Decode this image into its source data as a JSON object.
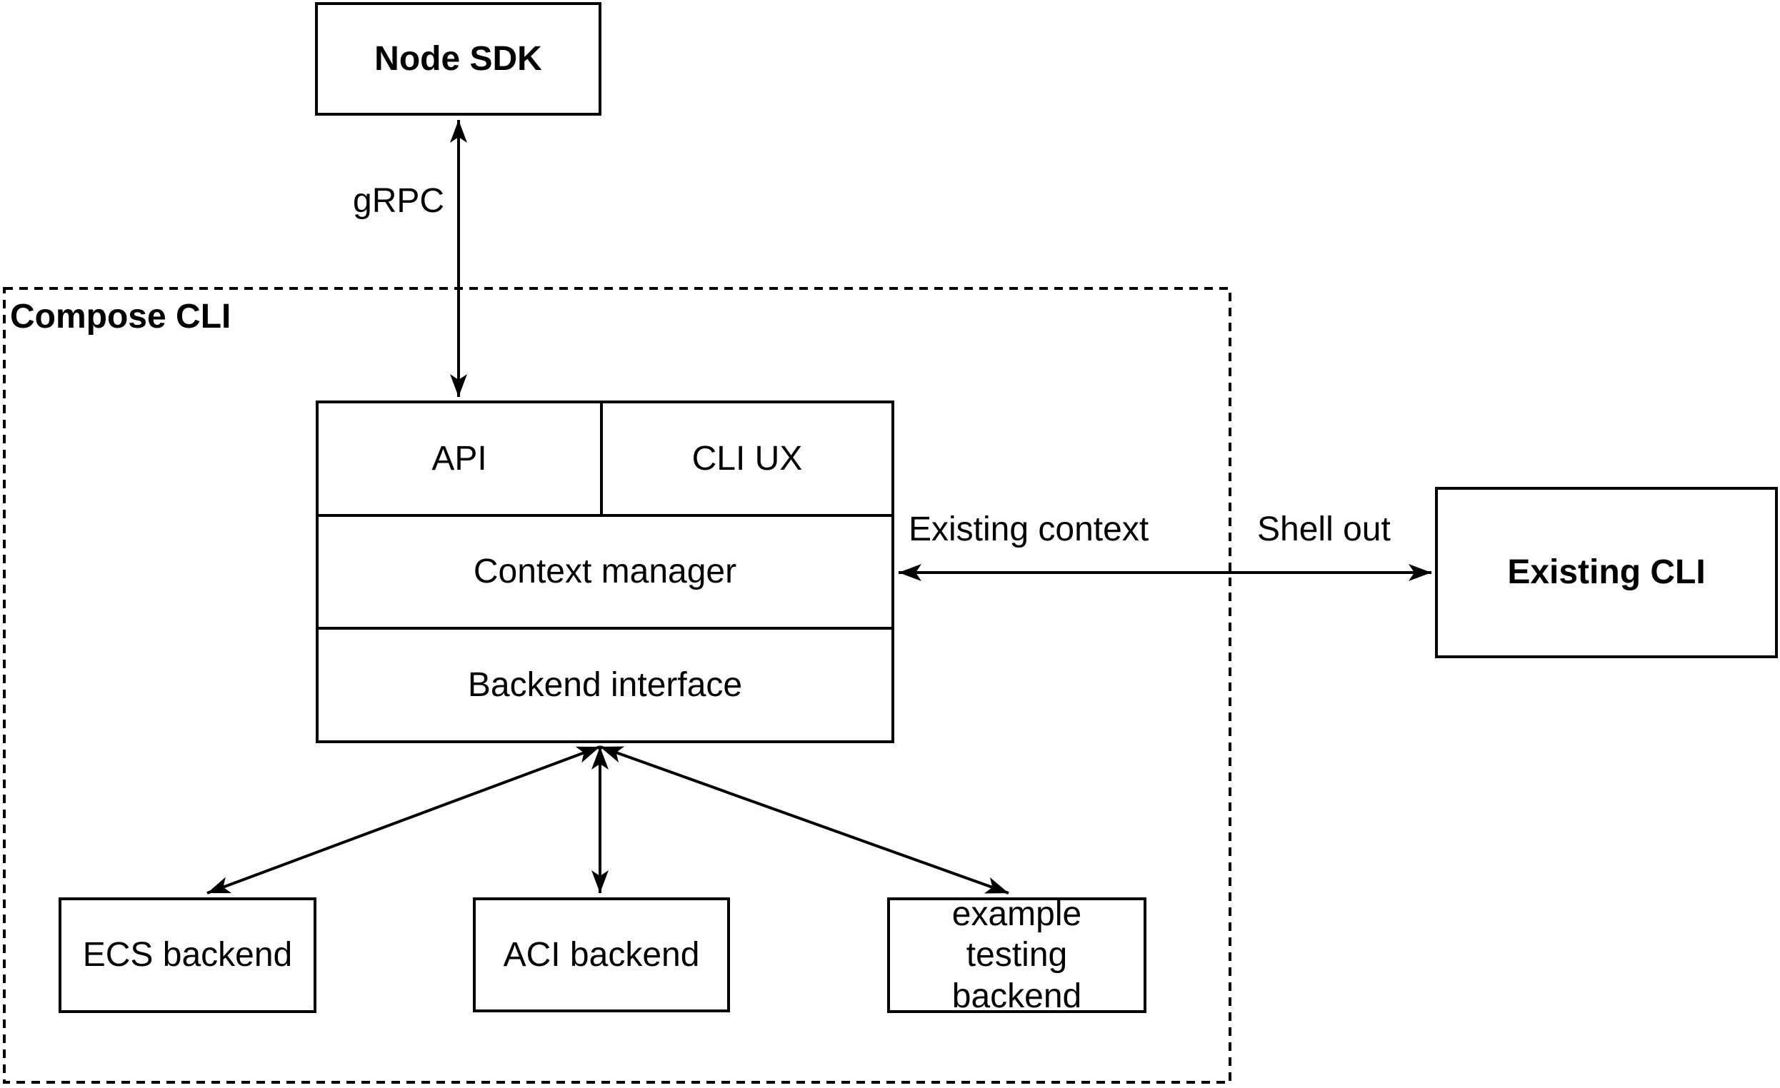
{
  "colors": {
    "ink": "#000000",
    "paper": "#ffffff"
  },
  "container": {
    "label": "Compose CLI"
  },
  "nodes": {
    "node_sdk": "Node SDK",
    "api": "API",
    "cli_ux": "CLI UX",
    "context_manager": "Context manager",
    "backend_interface": "Backend interface",
    "existing_cli": "Existing CLI",
    "ecs_backend": "ECS backend",
    "aci_backend": "ACI backend",
    "example_testing_backend": "example testing backend"
  },
  "edges": {
    "grpc": "gRPC",
    "existing_context": "Existing context",
    "shell_out": "Shell out"
  }
}
